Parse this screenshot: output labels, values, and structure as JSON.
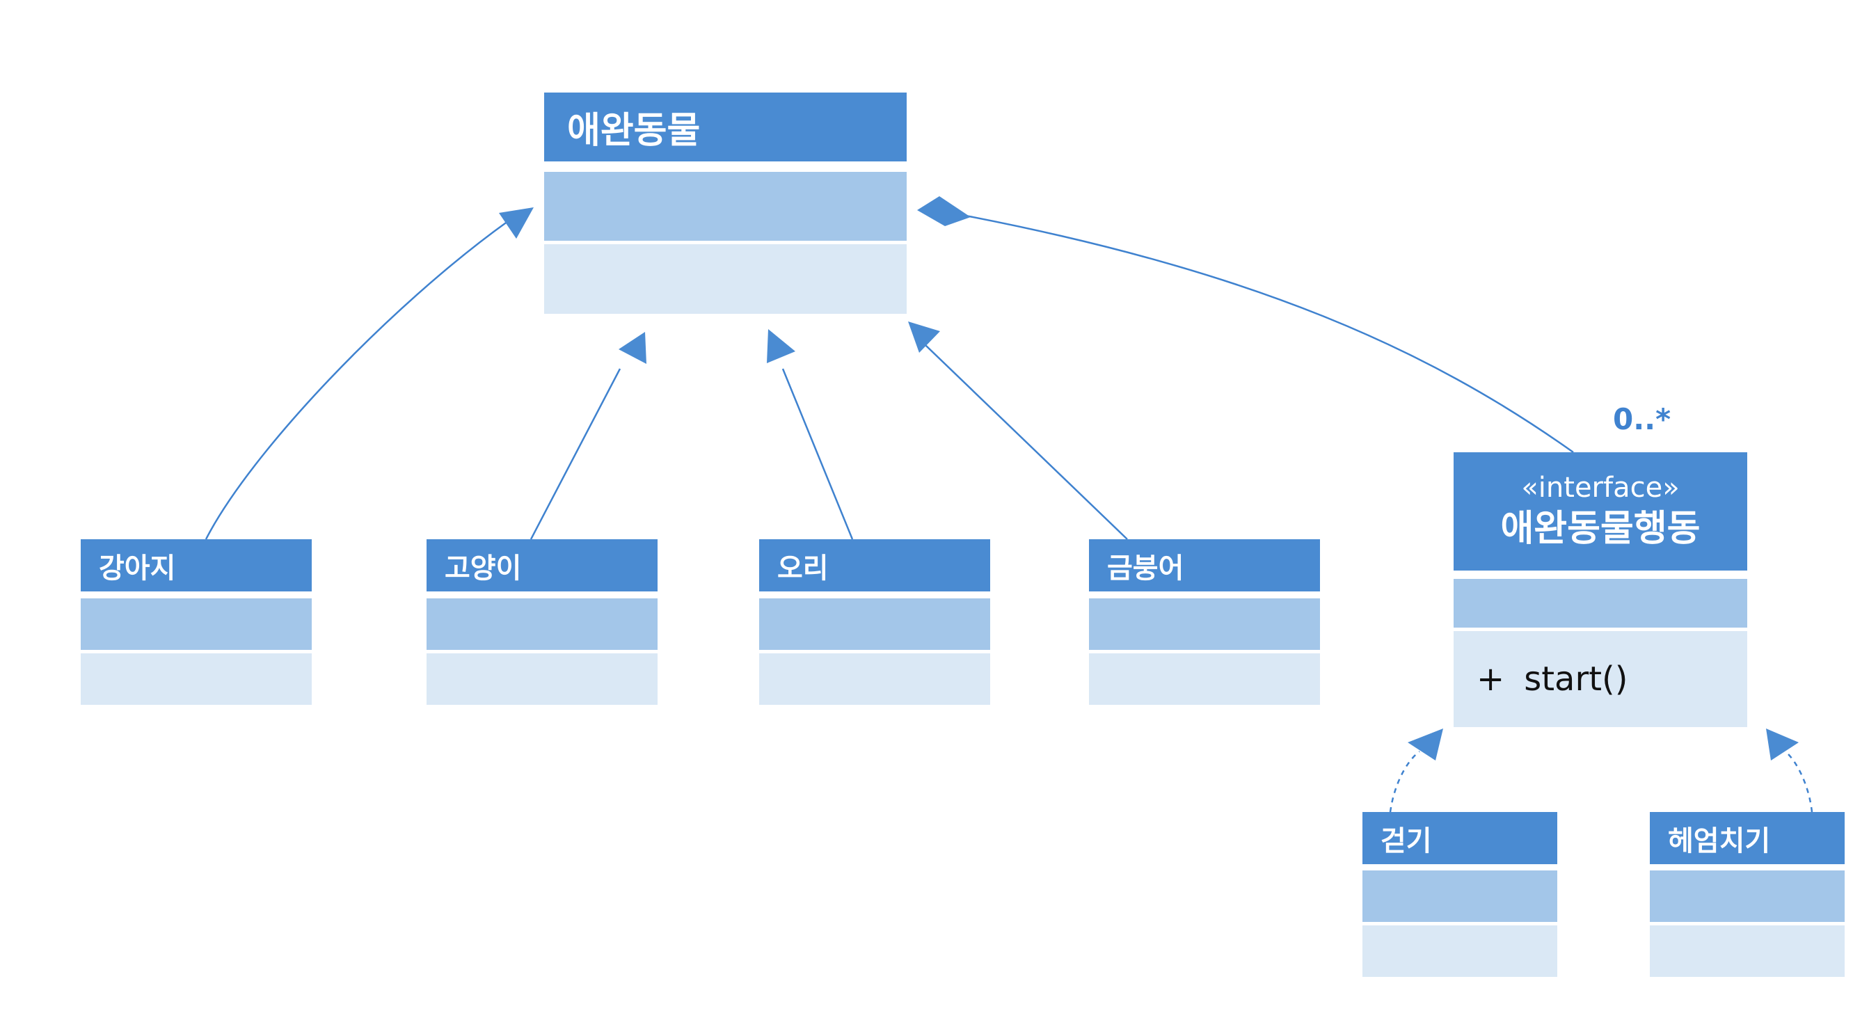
{
  "diagram": {
    "colors": {
      "header": "#4a8bd2",
      "attributes": "#a3c6e9",
      "operations": "#dae8f5",
      "edge": "#3f82cf"
    },
    "classes": {
      "pet": {
        "name": "애완동물"
      },
      "dog": {
        "name": "강아지"
      },
      "cat": {
        "name": "고양이"
      },
      "duck": {
        "name": "오리"
      },
      "fish": {
        "name": "금붕어"
      },
      "behavior": {
        "stereotype": "«interface»",
        "name": "애완동물행동",
        "operation_visibility": "+",
        "operation": "start()"
      },
      "walk": {
        "name": "걷기"
      },
      "swim": {
        "name": "헤엄치기"
      }
    },
    "relations": [
      {
        "type": "generalization",
        "from": "dog",
        "to": "pet"
      },
      {
        "type": "generalization",
        "from": "cat",
        "to": "pet"
      },
      {
        "type": "generalization",
        "from": "duck",
        "to": "pet"
      },
      {
        "type": "generalization",
        "from": "fish",
        "to": "pet"
      },
      {
        "type": "aggregation",
        "whole": "pet",
        "part": "behavior",
        "multiplicity": "0..*"
      },
      {
        "type": "realization",
        "from": "walk",
        "to": "behavior"
      },
      {
        "type": "realization",
        "from": "swim",
        "to": "behavior"
      }
    ]
  }
}
